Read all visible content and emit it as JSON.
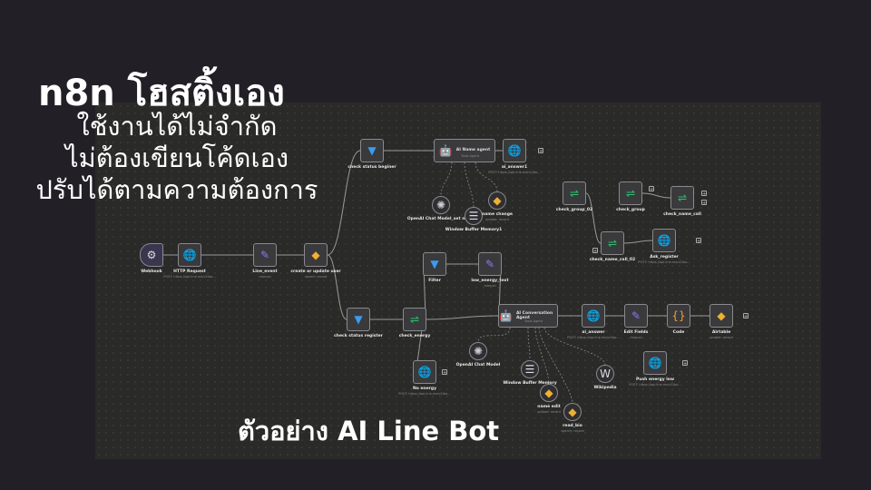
{
  "slide": {
    "title": "n8n โฮสติ้งเอง",
    "lines": [
      "ใช้งานได้ไม่จำกัด",
      "ไม่ต้องเขียนโค้ดเอง",
      "ปรับได้ตามความต้องการ"
    ],
    "caption": "ตัวอย่าง AI Line Bot"
  },
  "colors": {
    "background": "#222026",
    "canvas": "#2a2a29",
    "filter": "#3b9cf0",
    "switch": "#2fbf71",
    "edit": "#8a7cf0",
    "code": "#f0a030"
  },
  "workflow": {
    "nodes": [
      {
        "label": "Webhook",
        "sub": "",
        "icon": "webhook-icon"
      },
      {
        "label": "HTTP Request",
        "sub": "POST: https://api.line.me/v2/bo...",
        "icon": "globe-icon"
      },
      {
        "label": "Line_event",
        "sub": "manual",
        "icon": "pencil-icon"
      },
      {
        "label": "create or update user",
        "sub": "upsert: record",
        "icon": "airtable-icon"
      },
      {
        "label": "check status beginer",
        "sub": "",
        "icon": "filter-icon"
      },
      {
        "label": "AI Name agent",
        "sub": "Tools Agent",
        "icon": "robot-icon"
      },
      {
        "label": "ai_answer1",
        "sub": "POST: https://api.line.me/v2/bo...",
        "icon": "globe-icon"
      },
      {
        "label": "OpenAI Chat Model_set name",
        "sub": "",
        "icon": "openai-icon"
      },
      {
        "label": "Window Buffer Memory1",
        "sub": "",
        "icon": "database-icon"
      },
      {
        "label": "name change",
        "sub": "update: record",
        "icon": "airtable-icon"
      },
      {
        "label": "check_group_02",
        "sub": "",
        "icon": "switch-icon"
      },
      {
        "label": "check_group",
        "sub": "",
        "icon": "switch-icon"
      },
      {
        "label": "check_name_call",
        "sub": "",
        "icon": "switch-icon"
      },
      {
        "label": "check_name_call_02",
        "sub": "",
        "icon": "switch-icon"
      },
      {
        "label": "Ask_register",
        "sub": "POST: https://api.line.me/v2/bo...",
        "icon": "globe-icon"
      },
      {
        "label": "Filter",
        "sub": "",
        "icon": "filter-icon"
      },
      {
        "label": "low_energy_text",
        "sub": "manual",
        "icon": "pencil-icon"
      },
      {
        "label": "check status register",
        "sub": "",
        "icon": "filter-icon"
      },
      {
        "label": "check_energy",
        "sub": "",
        "icon": "switch-icon"
      },
      {
        "label": "AI Conversation Agent",
        "sub": "Tools Agent",
        "icon": "robot-icon"
      },
      {
        "label": "ai_answer",
        "sub": "POST: https://api.line.me/v2/bo...",
        "icon": "globe-icon"
      },
      {
        "label": "Edit Fields",
        "sub": "manual",
        "icon": "pencil-icon"
      },
      {
        "label": "Code",
        "sub": "",
        "icon": "code-icon"
      },
      {
        "label": "Airtable",
        "sub": "update: record",
        "icon": "airtable-icon"
      },
      {
        "label": "No energy",
        "sub": "POST: https://api.line.me/v2/bo...",
        "icon": "globe-icon"
      },
      {
        "label": "OpenAI Chat Model",
        "sub": "",
        "icon": "openai-icon"
      },
      {
        "label": "Window Buffer Memory",
        "sub": "",
        "icon": "database-icon"
      },
      {
        "label": "name edit",
        "sub": "update: record",
        "icon": "airtable-icon"
      },
      {
        "label": "read_bio",
        "sub": "search: record",
        "icon": "airtable-icon"
      },
      {
        "label": "Wikipedia",
        "sub": "",
        "icon": "wikipedia-icon"
      },
      {
        "label": "Push energy low",
        "sub": "POST: https://api.line.me/v2/bo...",
        "icon": "globe-icon"
      }
    ]
  }
}
